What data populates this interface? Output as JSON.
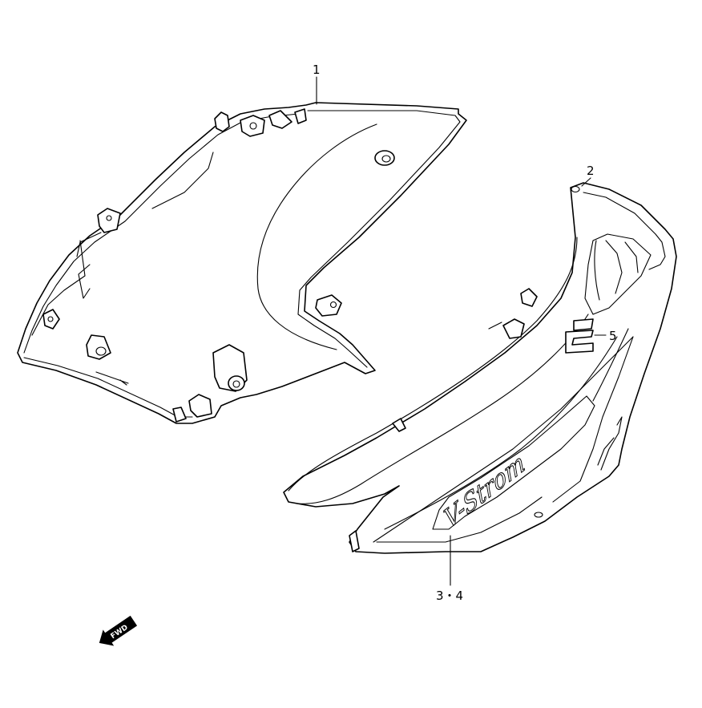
{
  "callouts": {
    "part1": "1",
    "part2": "2",
    "part34": "3・4",
    "part5": "5"
  },
  "badges": {
    "fwd": "FWD",
    "graphic": "V-Strom"
  }
}
